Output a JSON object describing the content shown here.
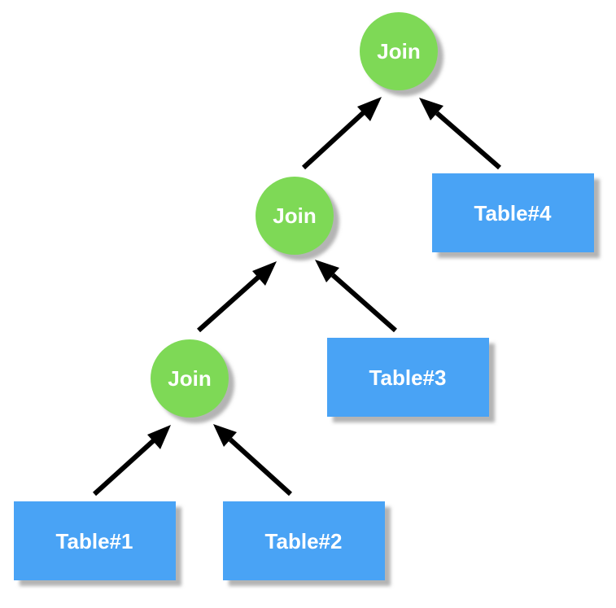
{
  "colors": {
    "join_fill": "#7ed957",
    "table_fill": "#4aa3f5",
    "arrow": "#000000",
    "shadow": "#bcbcbc",
    "text": "#ffffff"
  },
  "nodes": {
    "join_top": {
      "label": "Join"
    },
    "join_mid": {
      "label": "Join"
    },
    "join_bottom": {
      "label": "Join"
    },
    "table_1": {
      "label": "Table#1"
    },
    "table_2": {
      "label": "Table#2"
    },
    "table_3": {
      "label": "Table#3"
    },
    "table_4": {
      "label": "Table#4"
    }
  }
}
